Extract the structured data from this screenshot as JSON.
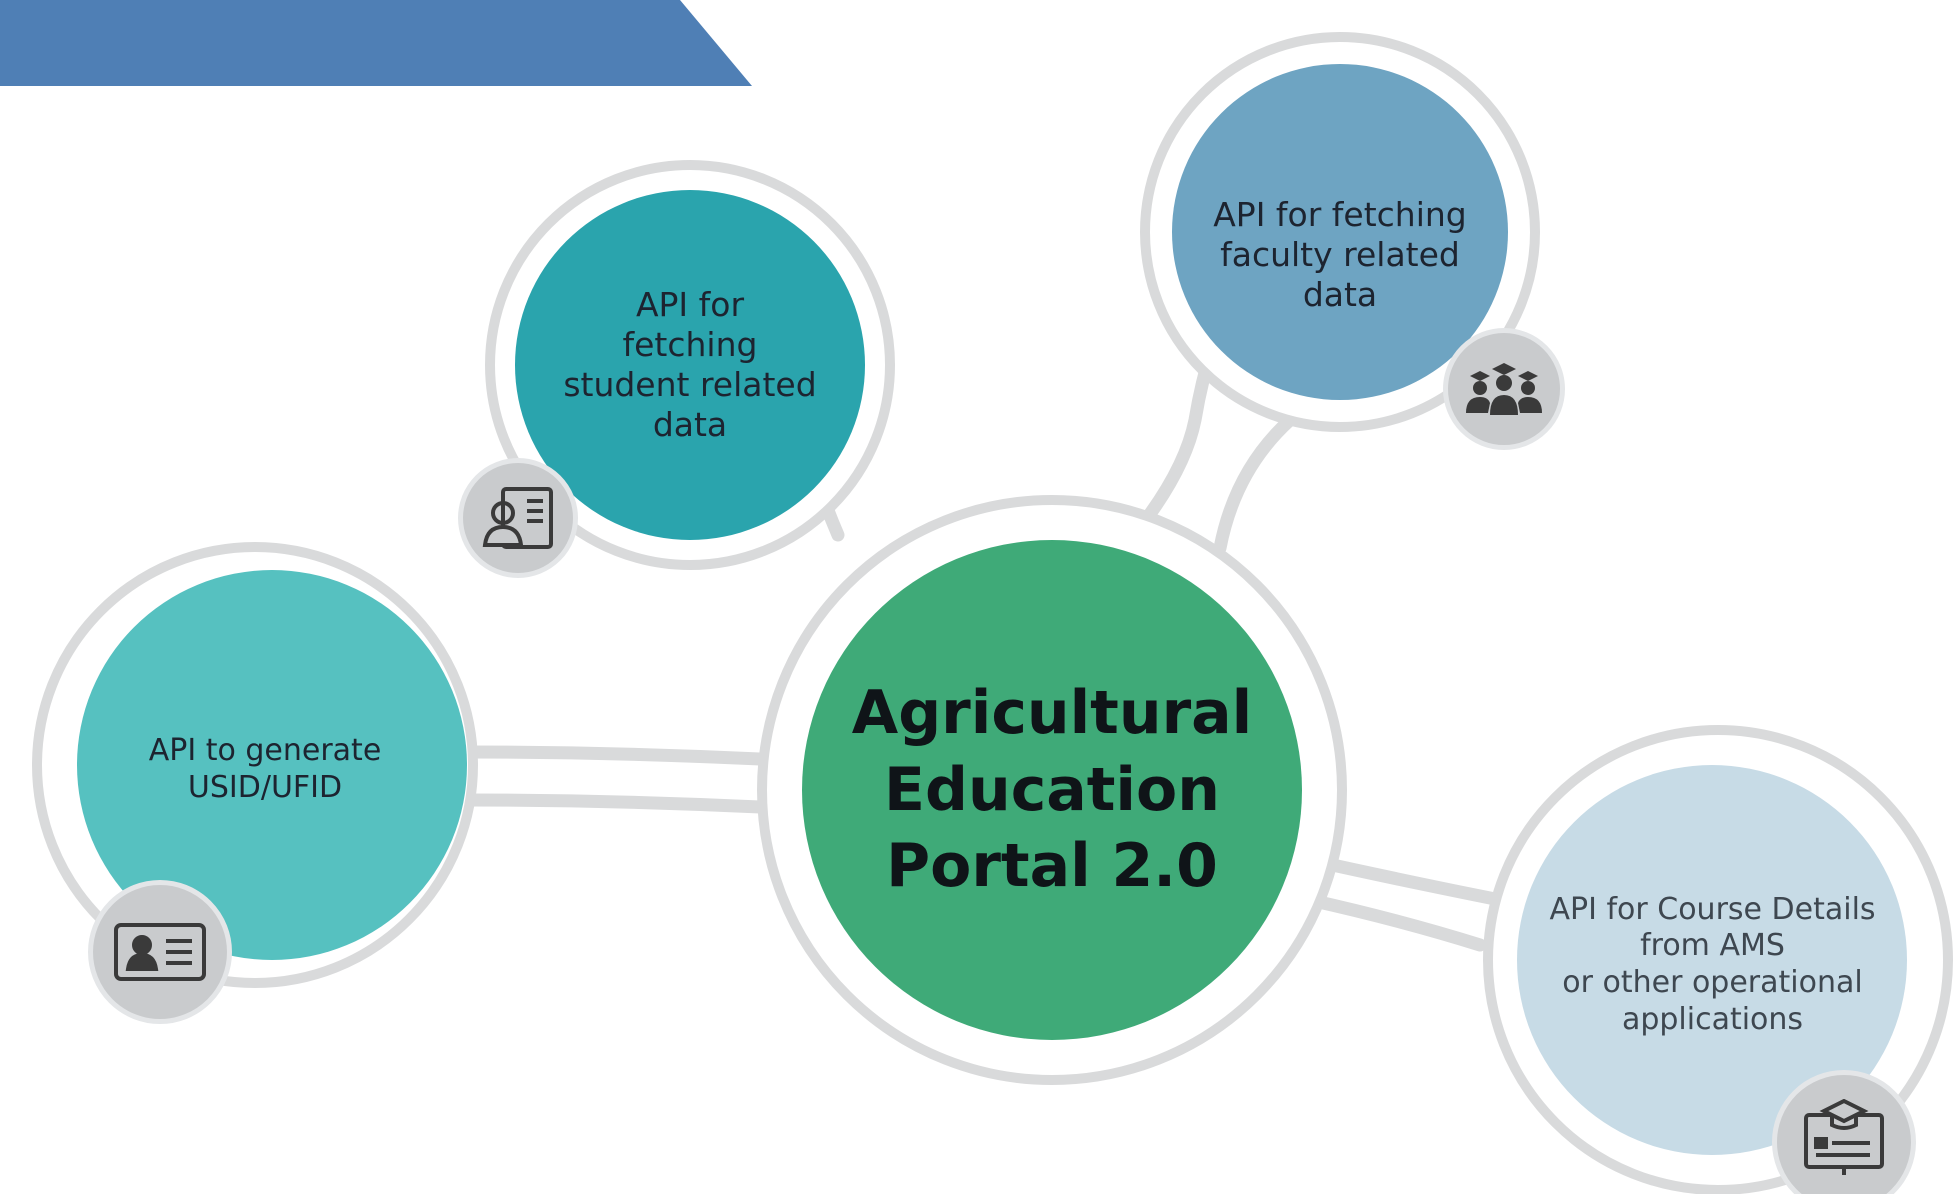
{
  "diagram": {
    "center": {
      "label": "Agricultural\nEducation\nPortal 2.0",
      "color": "#3faa78"
    },
    "nodes": [
      {
        "id": "student",
        "label": "API for\nfetching\nstudent related\ndata",
        "color": "#2aa4ad",
        "icon": "student-profile-card-icon"
      },
      {
        "id": "faculty",
        "label": "API for fetching\nfaculty related\ndata",
        "color": "#6ea4c2",
        "icon": "graduates-group-icon"
      },
      {
        "id": "usid",
        "label": "API to generate\nUSID/UFID",
        "color": "#56c1c0",
        "icon": "id-card-icon"
      },
      {
        "id": "course",
        "label": "API for Course Details\nfrom AMS\nor other operational\napplications",
        "color": "#c7dbe6",
        "icon": "course-monitor-icon"
      }
    ],
    "colors": {
      "ring": "#d9dadb",
      "connector": "#d9dadb",
      "banner": "#4f7fb5",
      "badge": "#c9cbcd",
      "icon_stroke": "#3a3a3a"
    }
  }
}
